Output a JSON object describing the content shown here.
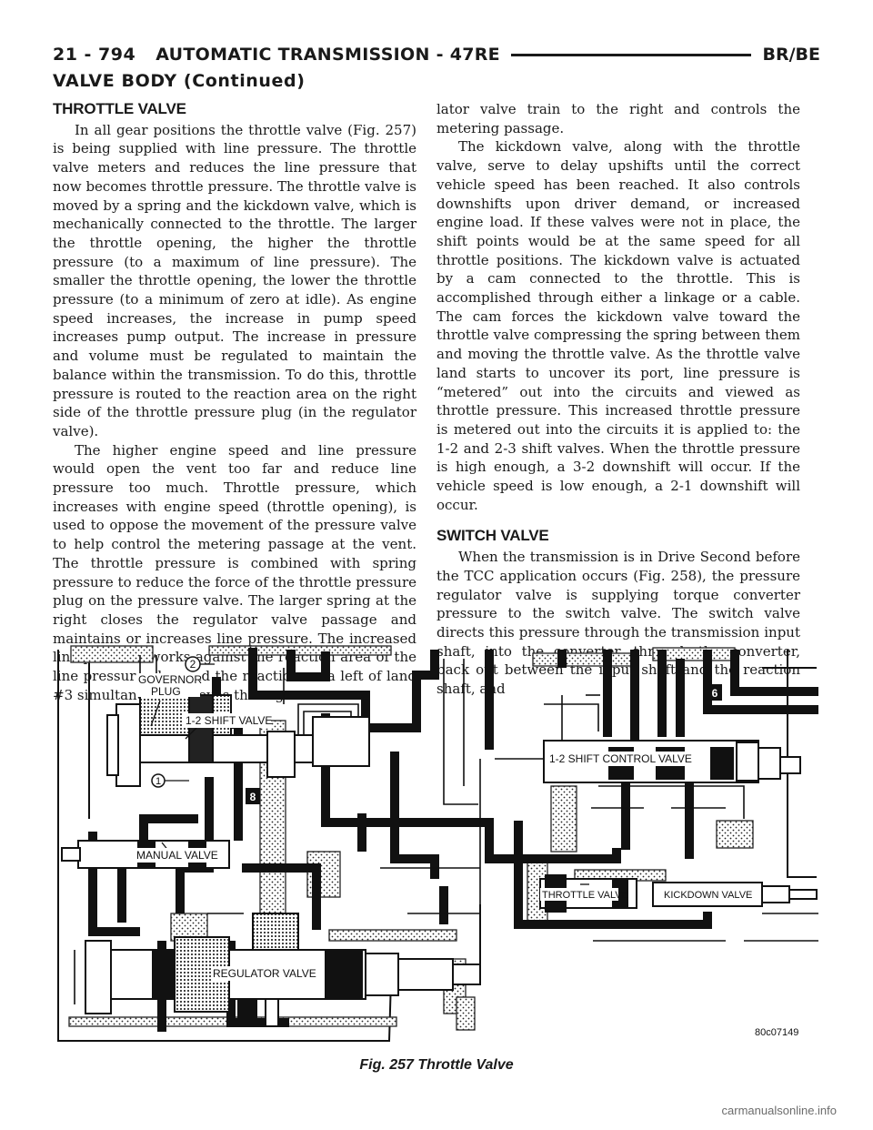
{
  "header": {
    "page_number": "21 - 794",
    "title": "AUTOMATIC TRANSMISSION - 47RE",
    "model": "BR/BE"
  },
  "continued": "VALVE BODY (Continued)",
  "sections": {
    "throttle": {
      "heading": "THROTTLE VALVE",
      "p1": "In all gear positions the throttle valve (Fig. 257) is being supplied with line pressure. The throttle valve meters and reduces the line pressure that now becomes throttle pressure. The throttle valve is moved by a spring and the kickdown valve, which is mechanically connected to the throttle. The larger the throttle opening, the higher the throttle pressure (to a maximum of line pressure). The smaller the throttle opening, the lower the throttle pressure (to a minimum of zero at idle). As engine speed increases, the increase in pump speed increases pump output. The increase in pressure and volume must be regulated to maintain the balance within the transmission. To do this, throttle pressure is routed to the reaction area on the right side of the throttle pressure plug (in the regulator valve).",
      "p2": "The higher engine speed and line pressure would open the vent too far and reduce line pressure too much. Throttle pressure, which increases with engine speed (throttle opening), is used to oppose the movement of the pressure valve to help control the metering passage at the vent. The throttle pressure is combined with spring pressure to reduce the force of the throttle pressure plug on the pressure valve. The larger spring at the right closes the regulator valve passage and maintains or increases line pressure. The increased line pressure works against the reaction area of the line pressure plug and the reaction area left of land #3 simultaneously moves the regu-",
      "p3": "lator valve train to the right and controls the metering passage.",
      "p4": "The kickdown valve, along with the throttle valve, serve to delay upshifts until the correct vehicle speed has been reached. It also controls downshifts upon driver demand, or increased engine load. If these valves were not in place, the shift points would be at the same speed for all throttle positions. The kickdown valve is actuated by a cam connected to the throttle. This is accomplished through either a linkage or a cable. The cam forces the kickdown valve toward the throttle valve compressing the spring between them and moving the throttle valve. As the throttle valve land starts to uncover its port, line pressure is “metered” out into the circuits and viewed as throttle pressure. This increased throttle pressure is metered out into the circuits it is applied to: the 1-2 and 2-3 shift valves. When the throttle pressure is high enough, a 3-2 downshift will occur. If the vehicle speed is low enough, a 2-1 downshift will occur."
    },
    "switch": {
      "heading": "SWITCH VALVE",
      "p1": "When the transmission is in Drive Second before the TCC application occurs (Fig. 258), the pressure regulator valve is supplying torque converter pressure to the switch valve. The switch valve directs this pressure through the transmission input shaft, into the converter, through the converter, back out between the input shaft and the reaction shaft, and"
    }
  },
  "figure": {
    "labels": {
      "governor": "GOVERNOR",
      "plug": "PLUG",
      "shift12": "1-2 SHIFT VALVE",
      "shift12ctrl": "1-2 SHIFT CONTROL VALVE",
      "manual": "MANUAL VALVE",
      "throttle": "THROTTLE VALVE",
      "kickdown": "KICKDOWN VALVE",
      "regulator": "REGULATOR VALVE",
      "code": "80c07149"
    },
    "markers": {
      "m1": "1",
      "m2": "2",
      "m6": "6",
      "m8": "8"
    },
    "caption": "Fig. 257 Throttle Valve"
  },
  "watermark": "carmanualsonline.info"
}
